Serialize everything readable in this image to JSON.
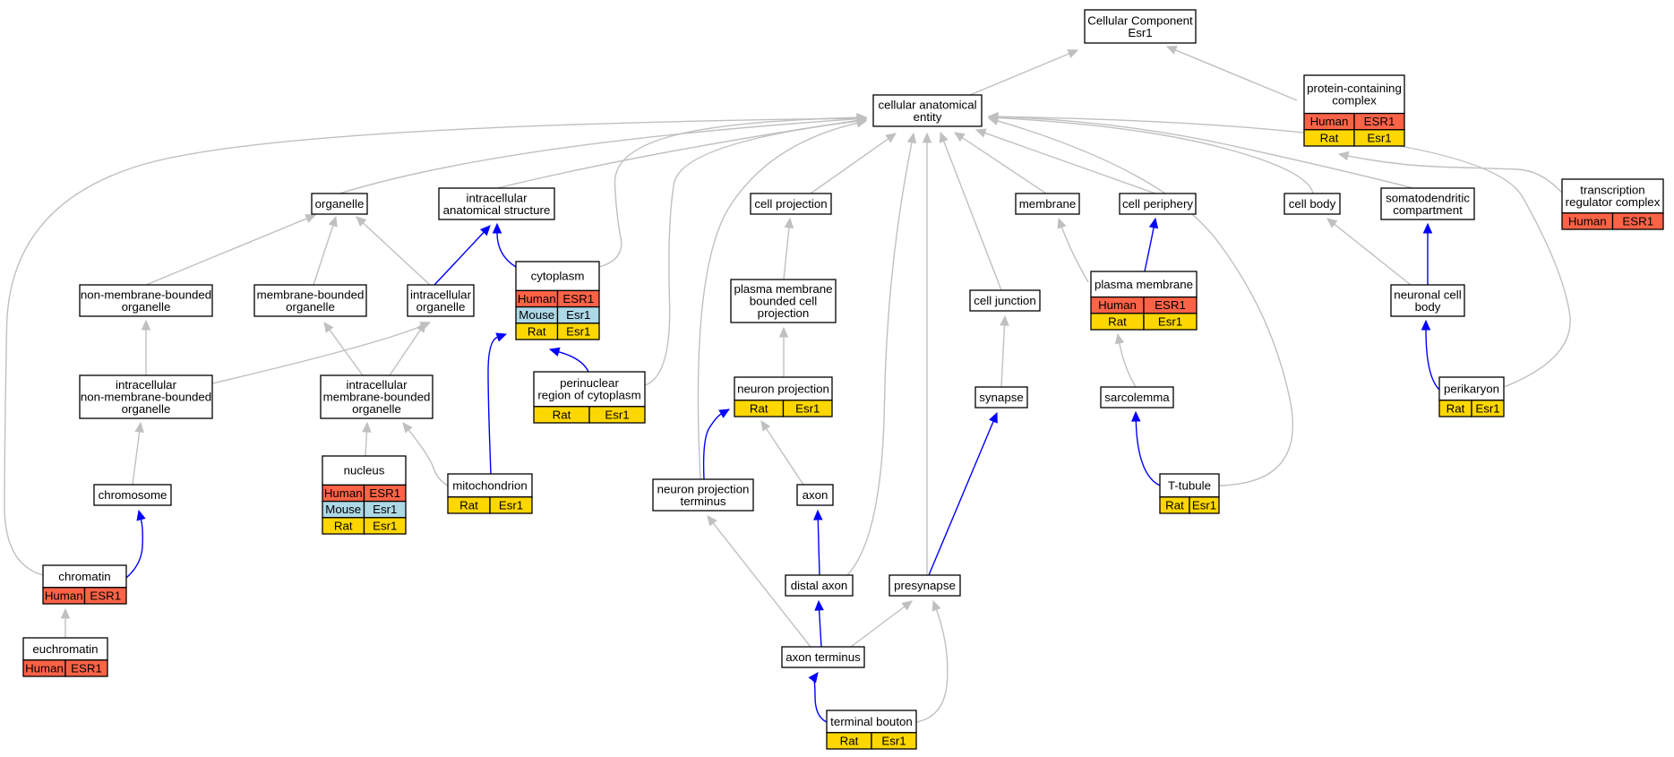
{
  "colors": {
    "human": "#ff6347",
    "mouse": "#add8e6",
    "rat": "#ffd700",
    "is_a_edge": "#c0c0c0",
    "part_of_edge": "#0000ff",
    "box_border": "#000000"
  },
  "nodes": [
    {
      "id": "cc",
      "lines": [
        "Cellular Component",
        "Esr1"
      ],
      "rows": []
    },
    {
      "id": "cae",
      "lines": [
        "cellular anatomical",
        "entity"
      ],
      "rows": []
    },
    {
      "id": "pcc",
      "lines": [
        "protein-containing",
        "complex"
      ],
      "rows": [
        [
          "human",
          "Human",
          "ESR1"
        ],
        [
          "rat",
          "Rat",
          "Esr1"
        ]
      ]
    },
    {
      "id": "trc",
      "lines": [
        "transcription",
        "regulator complex"
      ],
      "rows": [
        [
          "human",
          "Human",
          "ESR1"
        ]
      ]
    },
    {
      "id": "org",
      "lines": [
        "organelle"
      ],
      "rows": []
    },
    {
      "id": "ias",
      "lines": [
        "intracellular",
        "anatomical structure"
      ],
      "rows": []
    },
    {
      "id": "cproj",
      "lines": [
        "cell projection"
      ],
      "rows": []
    },
    {
      "id": "memb",
      "lines": [
        "membrane"
      ],
      "rows": []
    },
    {
      "id": "cper",
      "lines": [
        "cell periphery"
      ],
      "rows": []
    },
    {
      "id": "cbody",
      "lines": [
        "cell body"
      ],
      "rows": []
    },
    {
      "id": "sdc",
      "lines": [
        "somatodendritic",
        "compartment"
      ],
      "rows": []
    },
    {
      "id": "nmbo",
      "lines": [
        "non-membrane-bounded",
        "organelle"
      ],
      "rows": []
    },
    {
      "id": "mbo",
      "lines": [
        "membrane-bounded",
        "organelle"
      ],
      "rows": []
    },
    {
      "id": "io",
      "lines": [
        "intracellular",
        "organelle"
      ],
      "rows": []
    },
    {
      "id": "cyto",
      "lines": [
        "cytoplasm"
      ],
      "rows": [
        [
          "human",
          "Human",
          "ESR1"
        ],
        [
          "mouse",
          "Mouse",
          "Esr1"
        ],
        [
          "rat",
          "Rat",
          "Esr1"
        ]
      ]
    },
    {
      "id": "pmbcp",
      "lines": [
        "plasma membrane",
        "bounded cell",
        "projection"
      ],
      "rows": []
    },
    {
      "id": "cj",
      "lines": [
        "cell junction"
      ],
      "rows": []
    },
    {
      "id": "pm",
      "lines": [
        "plasma membrane"
      ],
      "rows": [
        [
          "human",
          "Human",
          "ESR1"
        ],
        [
          "rat",
          "Rat",
          "Esr1"
        ]
      ]
    },
    {
      "id": "ncb",
      "lines": [
        "neuronal cell",
        "body"
      ],
      "rows": []
    },
    {
      "id": "inmbo",
      "lines": [
        "intracellular",
        "non-membrane-bounded",
        "organelle"
      ],
      "rows": []
    },
    {
      "id": "imbo",
      "lines": [
        "intracellular",
        "membrane-bounded",
        "organelle"
      ],
      "rows": []
    },
    {
      "id": "prc",
      "lines": [
        "perinuclear",
        "region of cytoplasm"
      ],
      "rows": [
        [
          "rat",
          "Rat",
          "Esr1"
        ]
      ]
    },
    {
      "id": "np",
      "lines": [
        "neuron projection"
      ],
      "rows": [
        [
          "rat",
          "Rat",
          "Esr1"
        ]
      ]
    },
    {
      "id": "syn",
      "lines": [
        "synapse"
      ],
      "rows": []
    },
    {
      "id": "sarc",
      "lines": [
        "sarcolemma"
      ],
      "rows": []
    },
    {
      "id": "perik",
      "lines": [
        "perikaryon"
      ],
      "rows": [
        [
          "rat",
          "Rat",
          "Esr1"
        ]
      ]
    },
    {
      "id": "chromo",
      "lines": [
        "chromosome"
      ],
      "rows": []
    },
    {
      "id": "nuc",
      "lines": [
        "nucleus"
      ],
      "rows": [
        [
          "human",
          "Human",
          "ESR1"
        ],
        [
          "mouse",
          "Mouse",
          "Esr1"
        ],
        [
          "rat",
          "Rat",
          "Esr1"
        ]
      ]
    },
    {
      "id": "mito",
      "lines": [
        "mitochondrion"
      ],
      "rows": [
        [
          "rat",
          "Rat",
          "Esr1"
        ]
      ]
    },
    {
      "id": "npt",
      "lines": [
        "neuron projection",
        "terminus"
      ],
      "rows": []
    },
    {
      "id": "axon",
      "lines": [
        "axon"
      ],
      "rows": []
    },
    {
      "id": "ttub",
      "lines": [
        "T-tubule"
      ],
      "rows": [
        [
          "rat",
          "Rat",
          "Esr1"
        ]
      ]
    },
    {
      "id": "chromatin",
      "lines": [
        "chromatin"
      ],
      "rows": [
        [
          "human",
          "Human",
          "ESR1"
        ]
      ]
    },
    {
      "id": "daxon",
      "lines": [
        "distal axon"
      ],
      "rows": []
    },
    {
      "id": "presyn",
      "lines": [
        "presynapse"
      ],
      "rows": []
    },
    {
      "id": "euchr",
      "lines": [
        "euchromatin"
      ],
      "rows": [
        [
          "human",
          "Human",
          "ESR1"
        ]
      ]
    },
    {
      "id": "axterm",
      "lines": [
        "axon terminus"
      ],
      "rows": []
    },
    {
      "id": "tb",
      "lines": [
        "terminal bouton"
      ],
      "rows": [
        [
          "rat",
          "Rat",
          "Esr1"
        ]
      ]
    }
  ],
  "edges": [
    {
      "from": "cae",
      "to": "cc",
      "rel": "is_a"
    },
    {
      "from": "pcc",
      "to": "cc",
      "rel": "is_a"
    },
    {
      "from": "trc",
      "to": "pcc",
      "rel": "is_a"
    },
    {
      "from": "org",
      "to": "cae",
      "rel": "is_a"
    },
    {
      "from": "ias",
      "to": "cae",
      "rel": "is_a"
    },
    {
      "from": "cproj",
      "to": "cae",
      "rel": "is_a"
    },
    {
      "from": "memb",
      "to": "cae",
      "rel": "is_a"
    },
    {
      "from": "cper",
      "to": "cae",
      "rel": "is_a"
    },
    {
      "from": "cbody",
      "to": "cae",
      "rel": "is_a"
    },
    {
      "from": "sdc",
      "to": "cae",
      "rel": "is_a"
    },
    {
      "from": "cyto",
      "to": "cae",
      "rel": "is_a"
    },
    {
      "from": "cyto",
      "to": "ias",
      "rel": "part_of"
    },
    {
      "from": "nmbo",
      "to": "org",
      "rel": "is_a"
    },
    {
      "from": "mbo",
      "to": "org",
      "rel": "is_a"
    },
    {
      "from": "io",
      "to": "org",
      "rel": "is_a"
    },
    {
      "from": "io",
      "to": "ias",
      "rel": "part_of"
    },
    {
      "from": "pmbcp",
      "to": "cproj",
      "rel": "is_a"
    },
    {
      "from": "pm",
      "to": "memb",
      "rel": "is_a"
    },
    {
      "from": "pm",
      "to": "cper",
      "rel": "part_of"
    },
    {
      "from": "ncb",
      "to": "cbody",
      "rel": "is_a"
    },
    {
      "from": "ncb",
      "to": "sdc",
      "rel": "part_of"
    },
    {
      "from": "cj",
      "to": "cae",
      "rel": "is_a"
    },
    {
      "from": "inmbo",
      "to": "nmbo",
      "rel": "is_a"
    },
    {
      "from": "inmbo",
      "to": "io",
      "rel": "is_a"
    },
    {
      "from": "imbo",
      "to": "mbo",
      "rel": "is_a"
    },
    {
      "from": "imbo",
      "to": "io",
      "rel": "is_a"
    },
    {
      "from": "prc",
      "to": "cae",
      "rel": "is_a"
    },
    {
      "from": "prc",
      "to": "cyto",
      "rel": "part_of"
    },
    {
      "from": "np",
      "to": "pmbcp",
      "rel": "is_a"
    },
    {
      "from": "syn",
      "to": "cj",
      "rel": "is_a"
    },
    {
      "from": "sarc",
      "to": "pm",
      "rel": "is_a"
    },
    {
      "from": "perik",
      "to": "cae",
      "rel": "is_a"
    },
    {
      "from": "perik",
      "to": "ncb",
      "rel": "part_of"
    },
    {
      "from": "chromo",
      "to": "inmbo",
      "rel": "is_a"
    },
    {
      "from": "nuc",
      "to": "imbo",
      "rel": "is_a"
    },
    {
      "from": "mito",
      "to": "imbo",
      "rel": "is_a"
    },
    {
      "from": "mito",
      "to": "cyto",
      "rel": "part_of"
    },
    {
      "from": "npt",
      "to": "cae",
      "rel": "is_a"
    },
    {
      "from": "npt",
      "to": "np",
      "rel": "part_of"
    },
    {
      "from": "axon",
      "to": "np",
      "rel": "is_a"
    },
    {
      "from": "ttub",
      "to": "cae",
      "rel": "is_a"
    },
    {
      "from": "ttub",
      "to": "sarc",
      "rel": "part_of"
    },
    {
      "from": "chromatin",
      "to": "cae",
      "rel": "is_a"
    },
    {
      "from": "chromatin",
      "to": "chromo",
      "rel": "part_of"
    },
    {
      "from": "daxon",
      "to": "cae",
      "rel": "is_a"
    },
    {
      "from": "daxon",
      "to": "axon",
      "rel": "part_of"
    },
    {
      "from": "presyn",
      "to": "cae",
      "rel": "is_a"
    },
    {
      "from": "presyn",
      "to": "syn",
      "rel": "part_of"
    },
    {
      "from": "euchr",
      "to": "chromatin",
      "rel": "is_a"
    },
    {
      "from": "axterm",
      "to": "npt",
      "rel": "is_a"
    },
    {
      "from": "axterm",
      "to": "daxon",
      "rel": "part_of"
    },
    {
      "from": "axterm",
      "to": "presyn",
      "rel": "is_a"
    },
    {
      "from": "tb",
      "to": "axterm",
      "rel": "part_of"
    },
    {
      "from": "tb",
      "to": "presyn",
      "rel": "is_a"
    }
  ]
}
